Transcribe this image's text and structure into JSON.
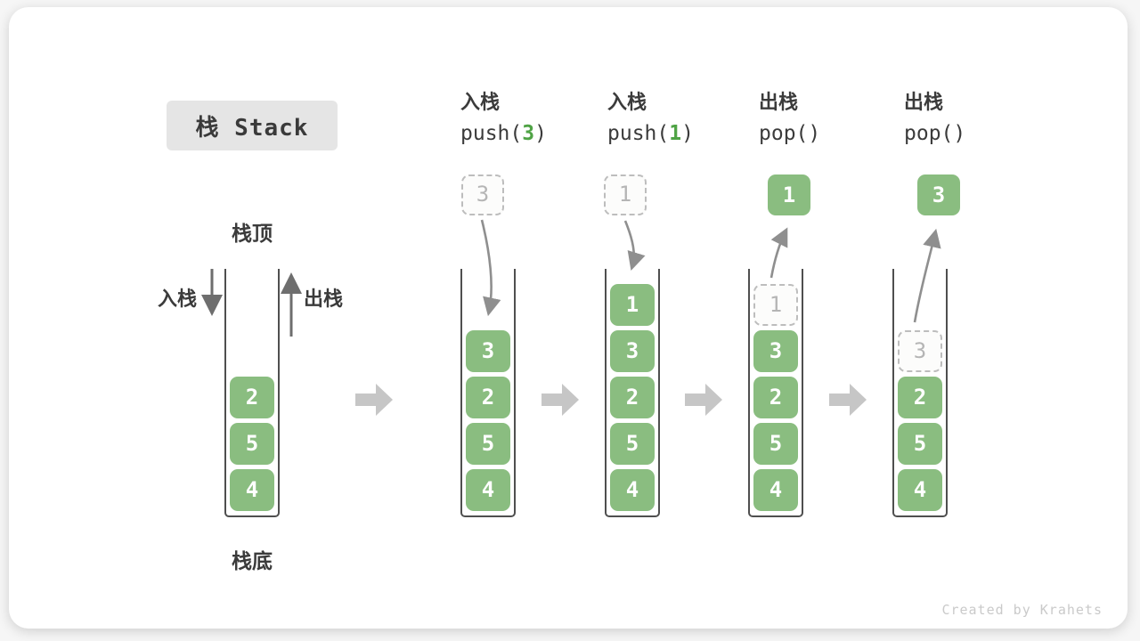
{
  "title": "栈 Stack",
  "labels": {
    "stack_top": "栈顶",
    "stack_bottom": "栈底",
    "push": "入栈",
    "pop": "出栈"
  },
  "footer": "Created by Krahets",
  "colors": {
    "element_green": "#8abd80",
    "code_arg_green": "#4fa345",
    "curve_arrow_gray": "#8f8f8f",
    "straight_arrow_gray": "#6e6e6e",
    "flow_arrow_gray": "#c6c6c6",
    "ghost_border_gray": "#bdbdbd",
    "title_bg": "#e5e5e5"
  },
  "icons": {
    "flow_arrow": "right-block-arrow",
    "push_arrow": "down-arrow",
    "pop_arrow": "up-arrow"
  },
  "columns": [
    {
      "name": "initial state",
      "items": [
        "2",
        "5",
        "4"
      ]
    },
    {
      "op": "入栈",
      "code_pre": "push(",
      "code_arg": "3",
      "code_post": ")",
      "floating": "3",
      "items": [
        "3",
        "2",
        "5",
        "4"
      ]
    },
    {
      "op": "入栈",
      "code_pre": "push(",
      "code_arg": "1",
      "code_post": ")",
      "floating": "1",
      "items": [
        "1",
        "3",
        "2",
        "5",
        "4"
      ]
    },
    {
      "op": "出栈",
      "code_pre": "pop(",
      "code_arg": "",
      "code_post": ")",
      "floating": "1",
      "ghost": "1",
      "items": [
        "3",
        "2",
        "5",
        "4"
      ]
    },
    {
      "op": "出栈",
      "code_pre": "pop(",
      "code_arg": "",
      "code_post": ")",
      "floating": "3",
      "ghost": "3",
      "items": [
        "2",
        "5",
        "4"
      ]
    }
  ]
}
